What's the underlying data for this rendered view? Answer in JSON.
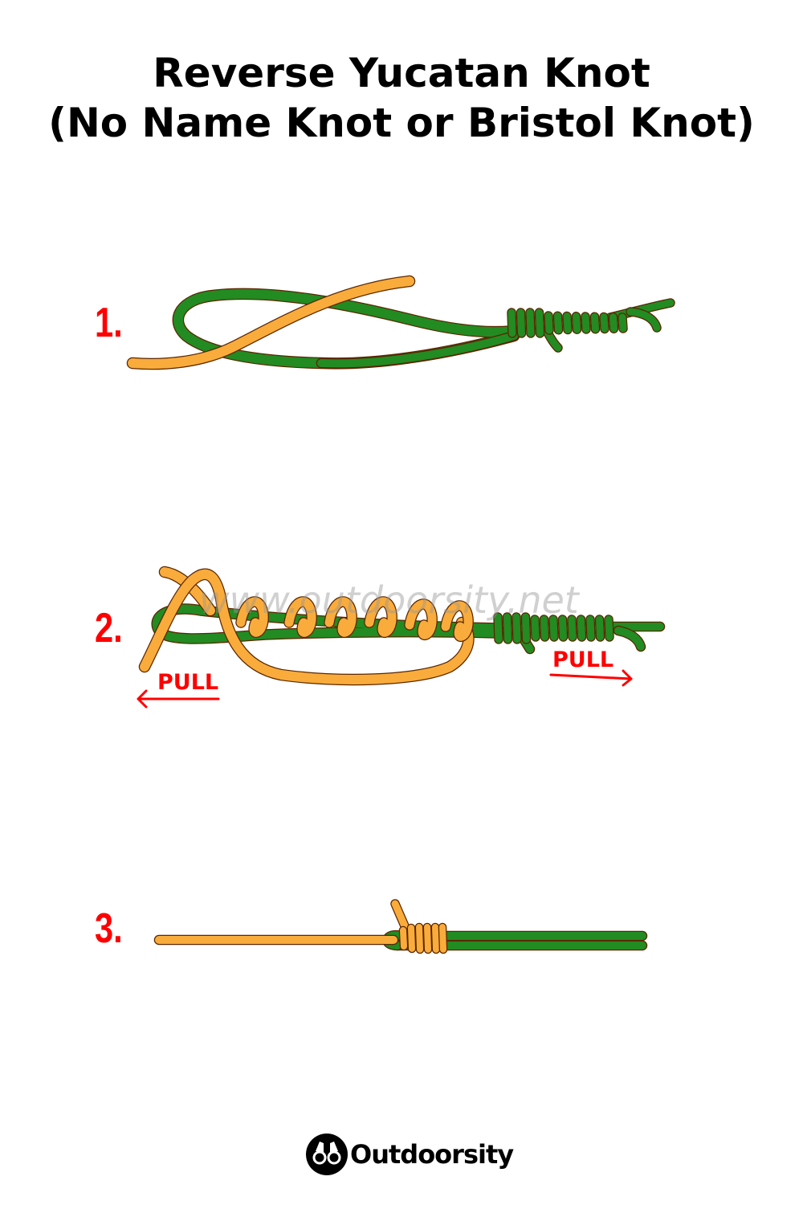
{
  "title": {
    "line1": "Reverse Yucatan Knot",
    "line2": "(No Name Knot or Bristol Knot)"
  },
  "steps": [
    {
      "number": "1."
    },
    {
      "number": "2.",
      "pull_left": "PULL",
      "pull_right": "PULL"
    },
    {
      "number": "3."
    }
  ],
  "watermark": "www.outdoorsity.net",
  "logo": {
    "name": "Outdoorsity",
    "icon": "binoculars-icon"
  },
  "colors": {
    "line_a": "#F9AC3B",
    "line_b": "#228B22",
    "label": "#FF0000"
  }
}
